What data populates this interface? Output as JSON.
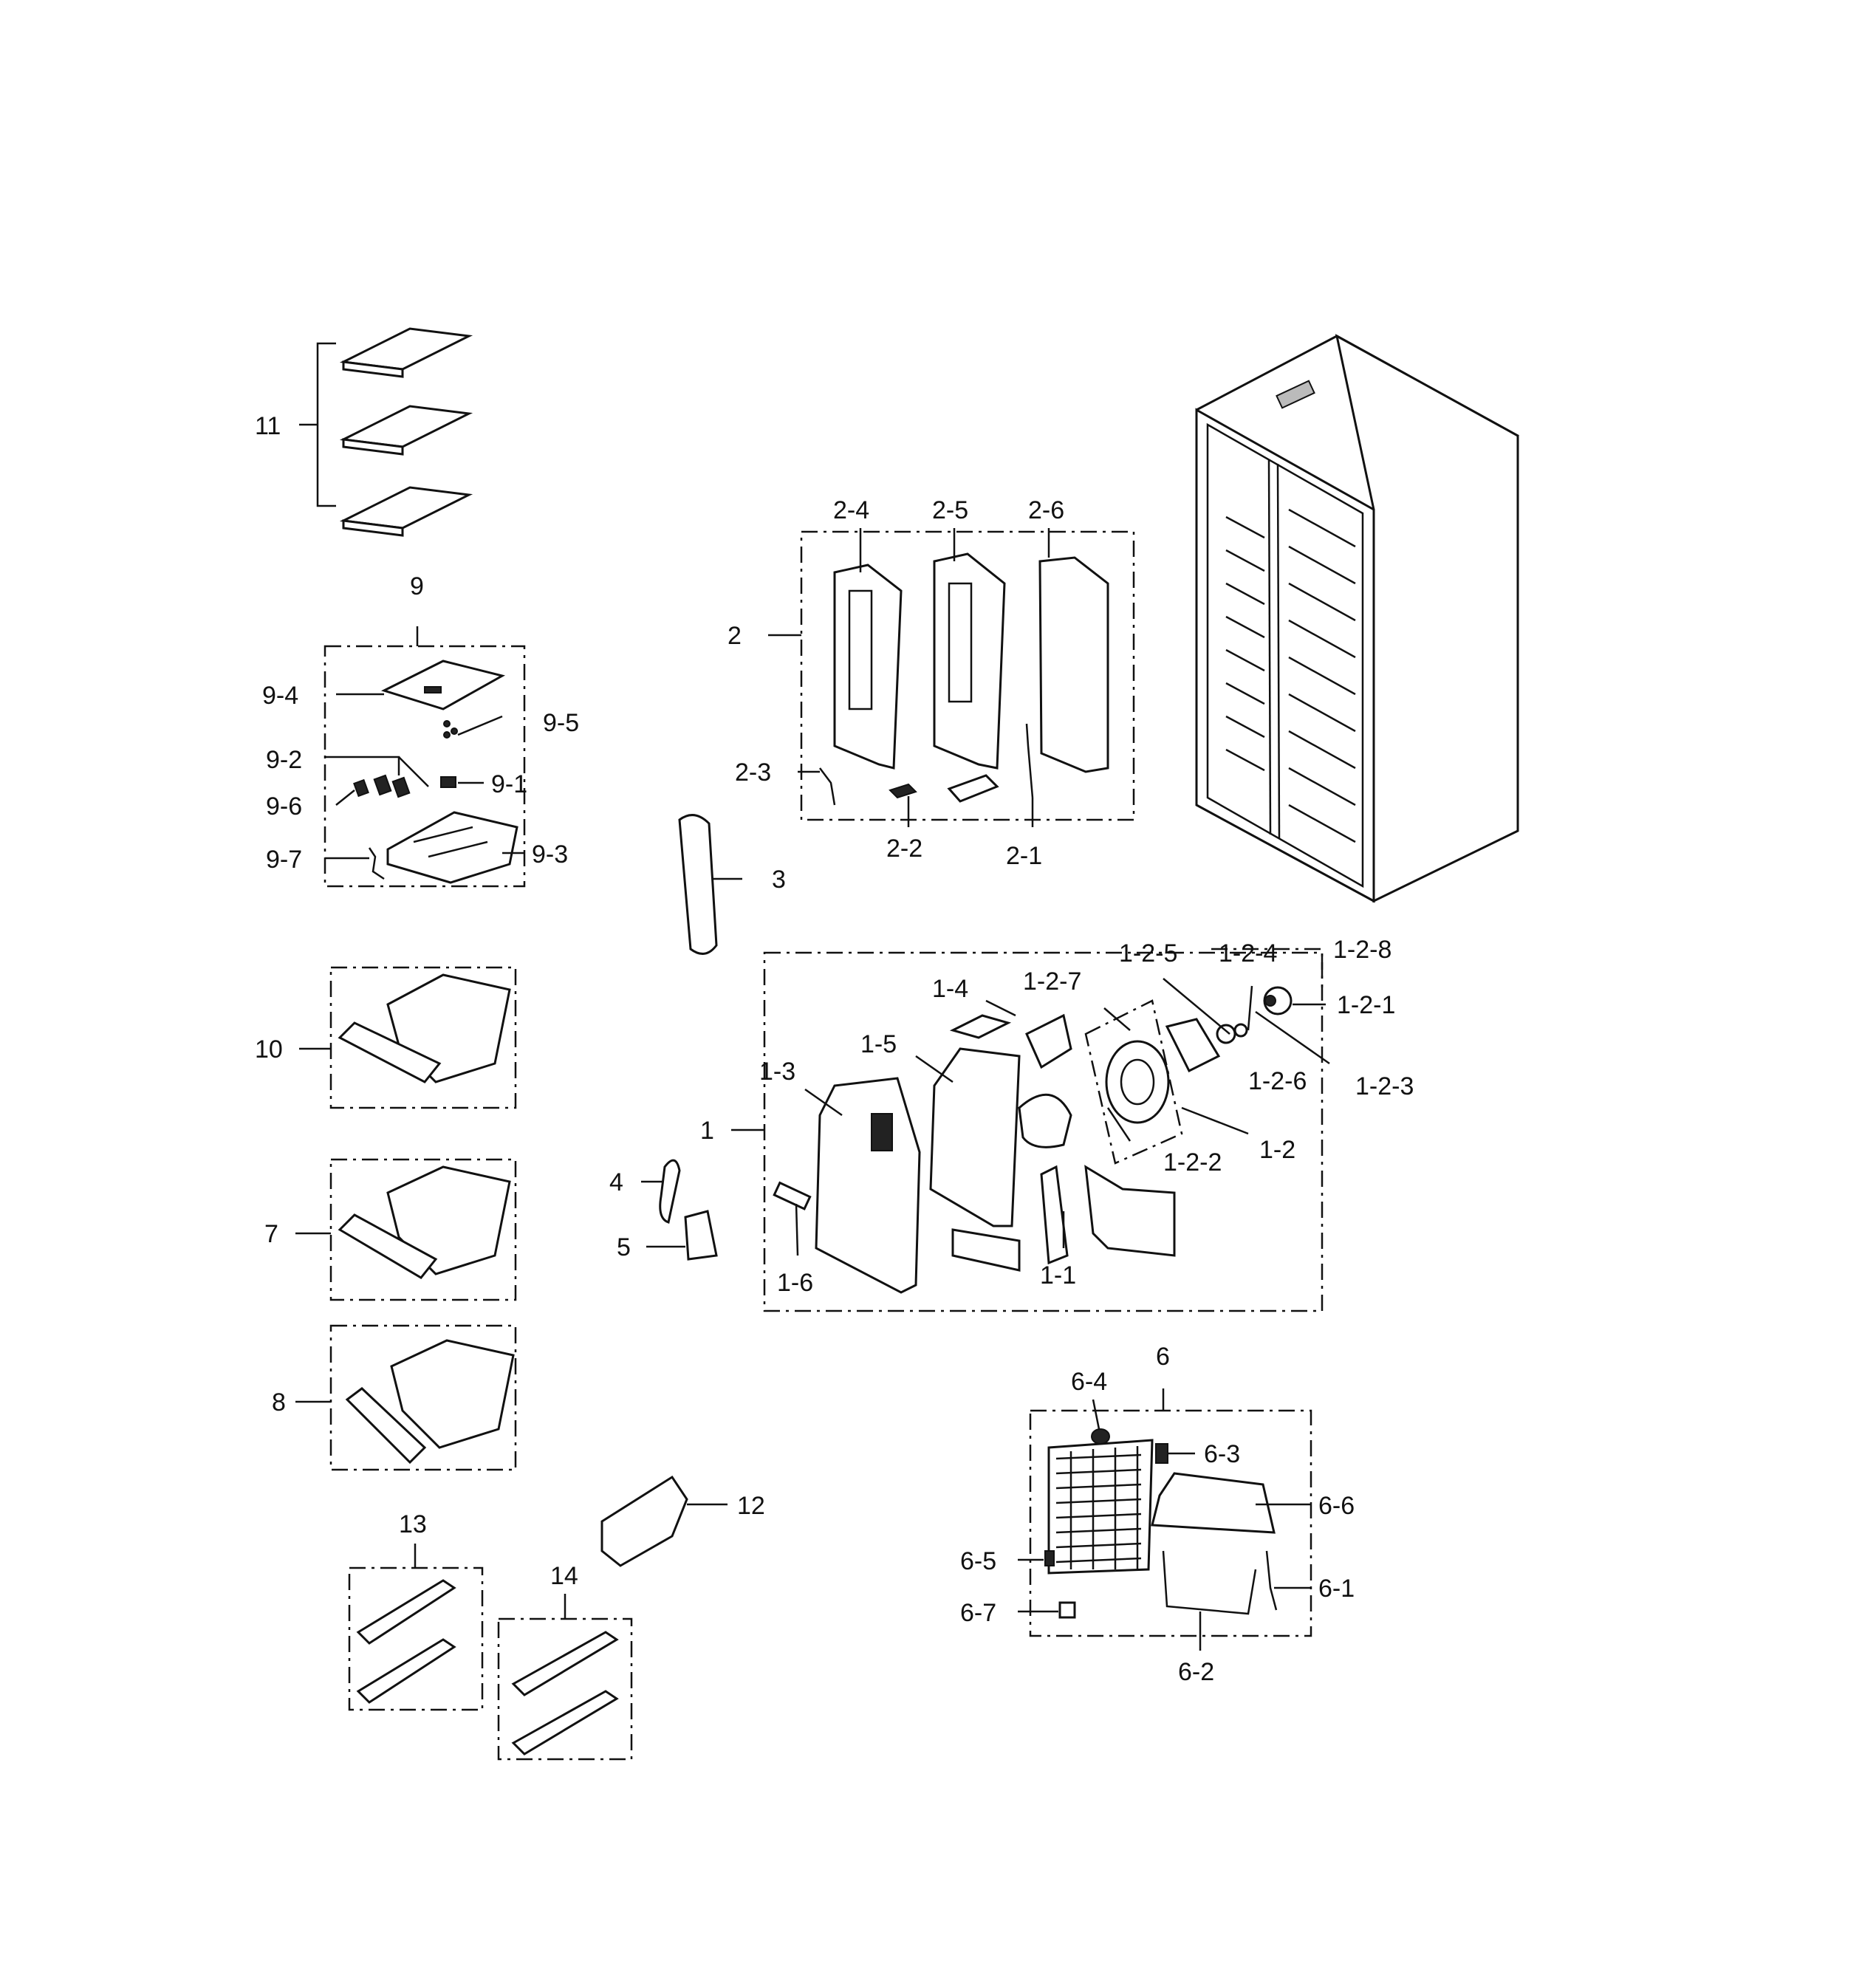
{
  "callouts": [
    {
      "id": "c11",
      "text": "11"
    },
    {
      "id": "c9",
      "text": "9"
    },
    {
      "id": "c9-4",
      "text": "9-4"
    },
    {
      "id": "c9-5",
      "text": "9-5"
    },
    {
      "id": "c9-2",
      "text": "9-2"
    },
    {
      "id": "c9-1",
      "text": "9-1"
    },
    {
      "id": "c9-6",
      "text": "9-6"
    },
    {
      "id": "c9-3",
      "text": "9-3"
    },
    {
      "id": "c9-7",
      "text": "9-7"
    },
    {
      "id": "c10",
      "text": "10"
    },
    {
      "id": "c7",
      "text": "7"
    },
    {
      "id": "c8",
      "text": "8"
    },
    {
      "id": "c13",
      "text": "13"
    },
    {
      "id": "c14",
      "text": "14"
    },
    {
      "id": "c12",
      "text": "12"
    },
    {
      "id": "c2",
      "text": "2"
    },
    {
      "id": "c2-4",
      "text": "2-4"
    },
    {
      "id": "c2-5",
      "text": "2-5"
    },
    {
      "id": "c2-6",
      "text": "2-6"
    },
    {
      "id": "c2-3",
      "text": "2-3"
    },
    {
      "id": "c2-2",
      "text": "2-2"
    },
    {
      "id": "c2-1",
      "text": "2-1"
    },
    {
      "id": "c3",
      "text": "3"
    },
    {
      "id": "c4",
      "text": "4"
    },
    {
      "id": "c5",
      "text": "5"
    },
    {
      "id": "c1",
      "text": "1"
    },
    {
      "id": "c1-1",
      "text": "1-1"
    },
    {
      "id": "c1-2",
      "text": "1-2"
    },
    {
      "id": "c1-3",
      "text": "1-3"
    },
    {
      "id": "c1-4",
      "text": "1-4"
    },
    {
      "id": "c1-5",
      "text": "1-5"
    },
    {
      "id": "c1-6",
      "text": "1-6"
    },
    {
      "id": "c1-2-1",
      "text": "1-2-1"
    },
    {
      "id": "c1-2-2",
      "text": "1-2-2"
    },
    {
      "id": "c1-2-3",
      "text": "1-2-3"
    },
    {
      "id": "c1-2-4",
      "text": "1-2-4"
    },
    {
      "id": "c1-2-5",
      "text": "1-2-5"
    },
    {
      "id": "c1-2-6",
      "text": "1-2-6"
    },
    {
      "id": "c1-2-7",
      "text": "1-2-7"
    },
    {
      "id": "c1-2-8",
      "text": "1-2-8"
    },
    {
      "id": "c6",
      "text": "6"
    },
    {
      "id": "c6-1",
      "text": "6-1"
    },
    {
      "id": "c6-2",
      "text": "6-2"
    },
    {
      "id": "c6-3",
      "text": "6-3"
    },
    {
      "id": "c6-4",
      "text": "6-4"
    },
    {
      "id": "c6-5",
      "text": "6-5"
    },
    {
      "id": "c6-6",
      "text": "6-6"
    },
    {
      "id": "c6-7",
      "text": "6-7"
    }
  ]
}
